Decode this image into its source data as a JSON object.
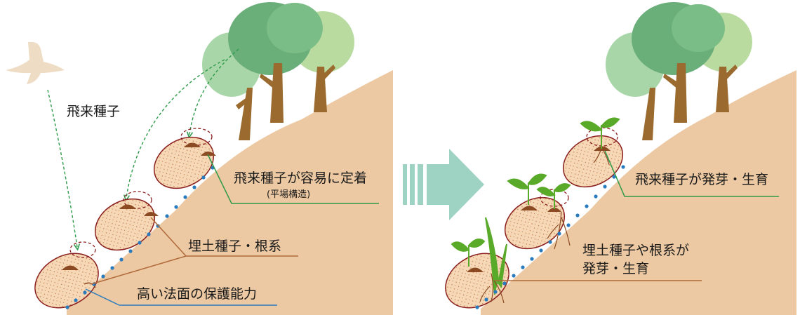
{
  "left": {
    "label_flying_seed": "飛来種子",
    "label_settle": "飛来種子が容易に定着",
    "label_settle_note": "(平場構造)",
    "label_buried": "埋土種子・根系",
    "label_protect": "高い法面の保護能力"
  },
  "right": {
    "label_germinate_flying": "飛来種子が発芽・生育",
    "label_germinate_buried_1": "埋土種子や根系が",
    "label_germinate_buried_2": "発芽・生育"
  },
  "colors": {
    "soil": "#ecc9a3",
    "pocket": "#f6d8b6",
    "outline": "#8a1e1e",
    "net_dot": "#2a7bbd",
    "seed": "#8b4a22",
    "trunk": "#9a6a2e",
    "foliage_dark": "#6aae7a",
    "foliage_light": "#b9dba0",
    "arrow": "#9ed2c3",
    "line_green": "#2e9a4a",
    "line_brown": "#b06a3a",
    "line_blue": "#2a7bbd",
    "sprout": "#5aaa2a"
  }
}
